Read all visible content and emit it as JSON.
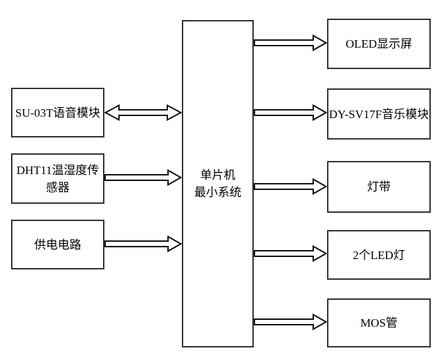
{
  "diagram": {
    "type": "block-diagram",
    "nodes": {
      "su03t": {
        "label": "SU-03T语音模块"
      },
      "dht11": {
        "lines": [
          "DHT11温湿度传",
          "感器"
        ],
        "label": "DHT11温湿度传感器"
      },
      "power": {
        "label": "供电电路"
      },
      "mcu": {
        "lines": [
          "单片机",
          "最小系统"
        ],
        "label": "单片机最小系统"
      },
      "oled": {
        "label": "OLED显示屏"
      },
      "music": {
        "label": "DY-SV17F音乐模块"
      },
      "strip": {
        "label": "灯带"
      },
      "led": {
        "label": "2个LED灯"
      },
      "mos": {
        "label": "MOS管"
      }
    },
    "connections": [
      {
        "from": "SU-03T语音模块",
        "to": "单片机最小系统",
        "type": "bidirectional"
      },
      {
        "from": "DHT11温湿度传感器",
        "to": "单片机最小系统",
        "type": "one-way"
      },
      {
        "from": "供电电路",
        "to": "单片机最小系统",
        "type": "one-way"
      },
      {
        "from": "单片机最小系统",
        "to": "OLED显示屏",
        "type": "one-way"
      },
      {
        "from": "单片机最小系统",
        "to": "DY-SV17F音乐模块",
        "type": "one-way"
      },
      {
        "from": "单片机最小系统",
        "to": "灯带",
        "type": "one-way"
      },
      {
        "from": "单片机最小系统",
        "to": "2个LED灯",
        "type": "one-way"
      },
      {
        "from": "单片机最小系统",
        "to": "MOS管",
        "type": "one-way"
      }
    ]
  },
  "colors": {
    "background": "#ffffff",
    "box_border": "#333333",
    "text": "#000000",
    "arrow_outline": "#111111",
    "arrow_fill": "#ffffff"
  }
}
